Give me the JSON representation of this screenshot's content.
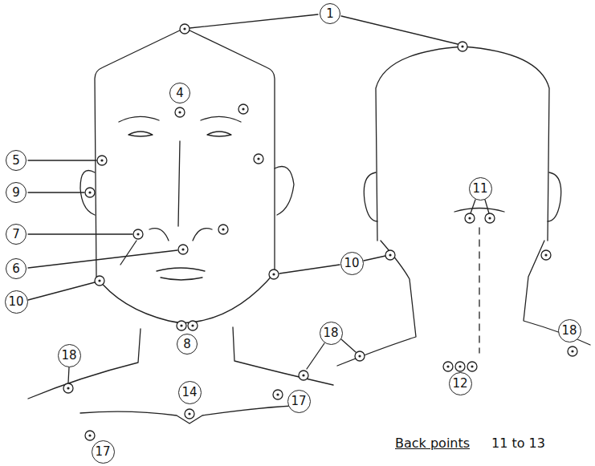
{
  "diagram": {
    "nodes": [
      {
        "text": [
          "1"
        ]
      },
      {
        "text": [
          "4"
        ]
      },
      {
        "text": [
          "5"
        ]
      },
      {
        "text": [
          "11"
        ]
      },
      {
        "text": [
          "9"
        ]
      },
      {
        "text": [
          "7"
        ]
      },
      {
        "text": [
          "10"
        ]
      },
      {
        "text": [
          "6"
        ]
      },
      {
        "text": [
          "10"
        ]
      },
      {
        "text": [
          "18"
        ]
      },
      {
        "text": [
          "18"
        ]
      },
      {
        "text": [
          "8"
        ]
      },
      {
        "text": [
          "18"
        ]
      },
      {
        "text": [
          "12"
        ]
      },
      {
        "text": [
          "14"
        ]
      },
      {
        "text": [
          "17"
        ]
      },
      {
        "text": [
          "17"
        ]
      }
    ],
    "labels": [
      "Back points",
      "11 to 13"
    ]
  }
}
